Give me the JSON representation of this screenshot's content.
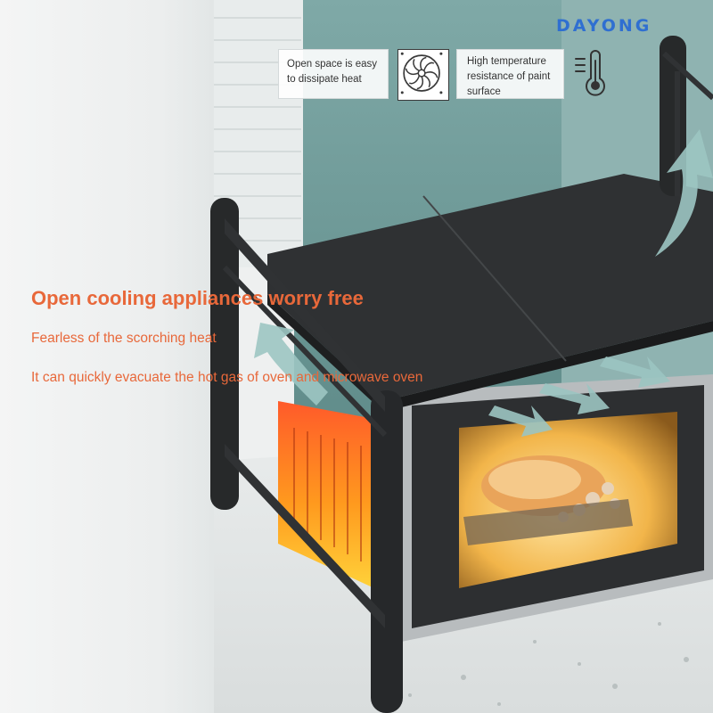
{
  "brand": {
    "name": "DAYONG"
  },
  "features": [
    {
      "lines": [
        "Open space is easy",
        "to dissipate heat"
      ],
      "icon": "fan-icon"
    },
    {
      "lines": [
        "High temperature",
        "resistance of paint",
        "surface"
      ],
      "icon": "thermometer-icon"
    }
  ],
  "headline": "Open cooling appliances worry free",
  "subtext": [
    "Fearless of the scorching heat",
    "It can quickly evacuate the hot gas of oven and microwave oven"
  ],
  "colors": {
    "accent_orange": "#e8683a",
    "brand_blue": "#2f6fd1",
    "rack_black": "#2a2a2a",
    "arrow_teal": "#9cc5c2",
    "wall_teal": "#6e9c9a"
  }
}
